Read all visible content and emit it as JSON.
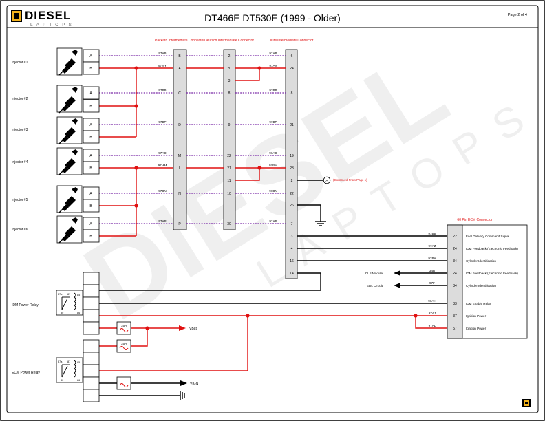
{
  "header": {
    "logo_main": "DIESEL",
    "logo_sub": "LAPTOPS",
    "title": "DT466E DT530E (1999 - Older)",
    "page": "Page 2 of 4"
  },
  "connectors": {
    "packard": "Packard Intermediate Connector",
    "deutsch": "Deutsch Intermediate Connector",
    "idm": "IDM Intermediate Connector",
    "ecm": "60 Pin ECM Connector"
  },
  "injectors": [
    {
      "label": "Injector #1",
      "pins": [
        "A",
        "B"
      ]
    },
    {
      "label": "Injector #2",
      "pins": [
        "A",
        "B"
      ]
    },
    {
      "label": "Injector #3",
      "pins": [
        "A",
        "B"
      ]
    },
    {
      "label": "Injector #4",
      "pins": [
        "A",
        "B"
      ]
    },
    {
      "label": "Injector #5",
      "pins": [
        "A",
        "B"
      ]
    },
    {
      "label": "Injector #6",
      "pins": [
        "A",
        "B"
      ]
    }
  ],
  "packard_pins": [
    "B",
    "A",
    "C",
    "D",
    "M",
    "L",
    "N",
    "P"
  ],
  "deutsch_pins": [
    "2",
    "20",
    "3",
    "8",
    "9",
    "22",
    "21",
    "11",
    "10",
    "30"
  ],
  "idm_pins": [
    "6",
    "24",
    "8",
    "21",
    "19",
    "23",
    "2",
    "22",
    "26",
    "7",
    "3",
    "4",
    "16",
    "14"
  ],
  "ecm_pins": [
    "22",
    "24",
    "34",
    "24",
    "34",
    "33",
    "37",
    "57"
  ],
  "ecm_functions": [
    "Fuel Delivery Command Signal",
    "IDM Feedback (Electronic Feedback)",
    "Cylinder Identification",
    "IDM Feedback (Electronic Feedback)",
    "Cylinder Identification",
    "IDM Enable Relay",
    "Ignition Power",
    "Ignition Power"
  ],
  "wire_labels": {
    "inj1a": "97AB",
    "inj1b": "97MY",
    "inj2": "97BB",
    "inj3": "97BP",
    "inj4a": "97AD",
    "inj4b": "97MM",
    "inj5": "97BN",
    "inj6": "97AP",
    "idm1a": "97AB",
    "idm1b": "97AX",
    "idm2": "97BB",
    "idm3": "97BP",
    "idm4a": "97AD",
    "idm4b": "97BM",
    "idm5": "97BN",
    "idm6": "97AP",
    "ecm22": "97BB",
    "ecm24": "97AZ",
    "ecm34": "97BA",
    "ecm24b": "34B",
    "ecm34b": "97F",
    "ecm33": "97AH",
    "ecm37": "97AJ",
    "ecm57": "97AL"
  },
  "ref_circle": "A",
  "continued": "(Continued From Page 1)",
  "cls_module": "CLS Module",
  "edl_circuit": "EDL Circuit",
  "relays": {
    "idm": "IDM Power Relay",
    "ecm": "ECM Power Relay",
    "terminals": [
      "87a",
      "87",
      "30",
      "85",
      "86"
    ]
  },
  "fuses": [
    "15A",
    "15A"
  ],
  "vbat": "VBat",
  "vign": "VIGN",
  "watermark": "DIESEL",
  "watermark_sub": "LAPTOPS",
  "colors": {
    "power": "#e01010",
    "signal": "#7a2aa8",
    "ground": "#000000"
  }
}
